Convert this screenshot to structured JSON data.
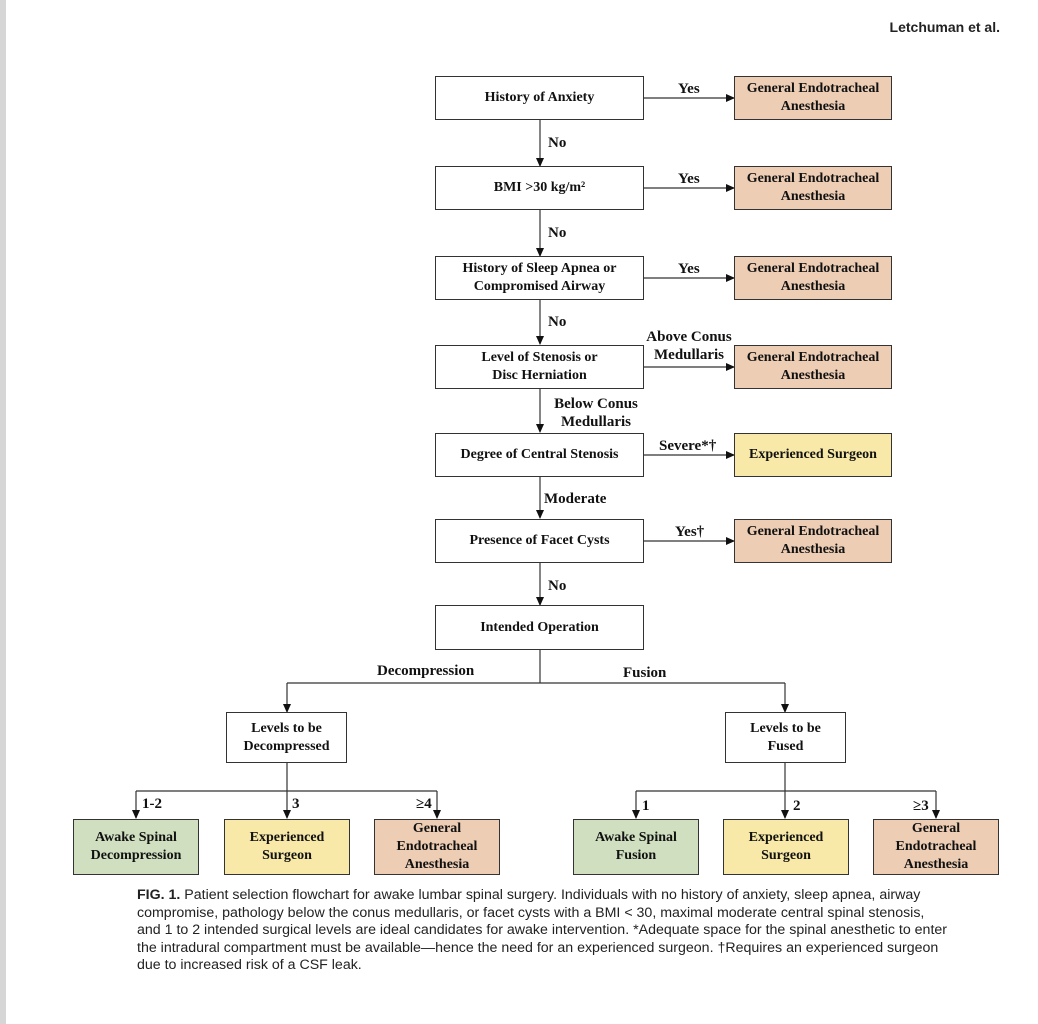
{
  "header": {
    "author": "Letchuman et al."
  },
  "nodes": {
    "anxiety": "History of Anxiety",
    "bmi": "BMI >30 kg/m²",
    "sleep": "History of Sleep Apnea or\nCompromised Airway",
    "level": "Level of Stenosis or\nDisc Herniation",
    "degree": "Degree of Central Stenosis",
    "facet": "Presence of Facet Cysts",
    "operation": "Intended Operation",
    "decompress_levels": "Levels to be\nDecompressed",
    "fuse_levels": "Levels to be\nFused"
  },
  "outcomes": {
    "ge_1": "General Endotracheal\nAnesthesia",
    "ge_2": "General Endotracheal\nAnesthesia",
    "ge_3": "General Endotracheal\nAnesthesia",
    "ge_4": "General Endotracheal\nAnesthesia",
    "exp_severe": "Experienced Surgeon",
    "ge_facet": "General Endotracheal\nAnesthesia",
    "awake_decompression": "Awake Spinal\nDecompression",
    "exp_decompression": "Experienced\nSurgeon",
    "ge_decompression": "General\nEndotracheal\nAnesthesia",
    "awake_fusion": "Awake Spinal\nFusion",
    "exp_fusion": "Experienced\nSurgeon",
    "ge_fusion": "General\nEndotracheal\nAnesthesia"
  },
  "edge_labels": {
    "yes1": "Yes",
    "yes2": "Yes",
    "yes3": "Yes",
    "above_conus": "Above Conus\nMedullaris",
    "severe": "Severe*†",
    "yes_dagger": "Yes†",
    "no1": "No",
    "no2": "No",
    "no3": "No",
    "below_conus": "Below Conus\nMedullaris",
    "moderate": "Moderate",
    "no4": "No",
    "decompression": "Decompression",
    "fusion": "Fusion",
    "d_1_2": "1-2",
    "d_3": "3",
    "d_4": "≥4",
    "f_1": "1",
    "f_2": "2",
    "f_3": "≥3"
  },
  "colors": {
    "orange": "#edcdb4",
    "yellow": "#f8e9a8",
    "green": "#cfdfc0"
  },
  "caption": {
    "label": "FIG. 1.",
    "text": " Patient selection flowchart for awake lumbar spinal surgery. Individuals with no history of anxiety, sleep apnea, airway compromise, pathology below the conus medullaris, or facet cysts with a BMI < 30, maximal moderate central spinal stenosis, and 1 to 2 intended surgical levels are ideal candidates for awake intervention. *Adequate space for the spinal anesthetic to enter the intradural compartment must be available—hence the need for an experienced surgeon. †Requires an experienced surgeon due to increased risk of a CSF leak."
  }
}
